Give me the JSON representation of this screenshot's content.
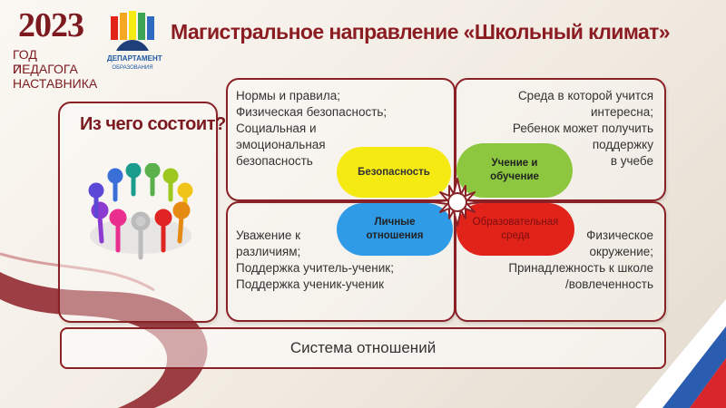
{
  "logo": {
    "year": "2023",
    "line1": "ГОД ПЕДАГОГА",
    "line2": "И НАСТАВНИКА"
  },
  "department": {
    "line1": "ДЕПАРТАМЕНТ",
    "line2": "ОБРАЗОВАНИЯ"
  },
  "title": "Магистральное направление «Школьный климат»",
  "left_panel": {
    "question": "Из чего состоит?"
  },
  "quadrants": {
    "top_left": [
      "Нормы и правила;",
      "Физическая безопасность;",
      "Социальная и",
      "эмоциональная",
      "безопасность"
    ],
    "top_right": [
      "Среда в которой учится",
      "интересна;",
      "Ребенок может получить",
      "поддержку",
      "в учебе"
    ],
    "bottom_left": [
      "Уважение к",
      "различиям;",
      "Поддержка учитель-ученик;",
      "Поддержка ученик-ученик"
    ],
    "bottom_right": [
      "Физическое",
      "окружение;",
      "Принадлежность к школе",
      "/вовлеченность"
    ]
  },
  "pills": {
    "safety": {
      "label": "Безопасность",
      "color": "#f5ea12"
    },
    "learning": {
      "line1": "Учение и",
      "line2": "обучение",
      "color": "#8dc73f"
    },
    "relations": {
      "line1": "Личные",
      "line2": "отношения",
      "color": "#2f9be6"
    },
    "environment": {
      "line1": "Образовательная",
      "line2": "среда",
      "color": "#e2231a"
    }
  },
  "footer": "Система отношений"
}
